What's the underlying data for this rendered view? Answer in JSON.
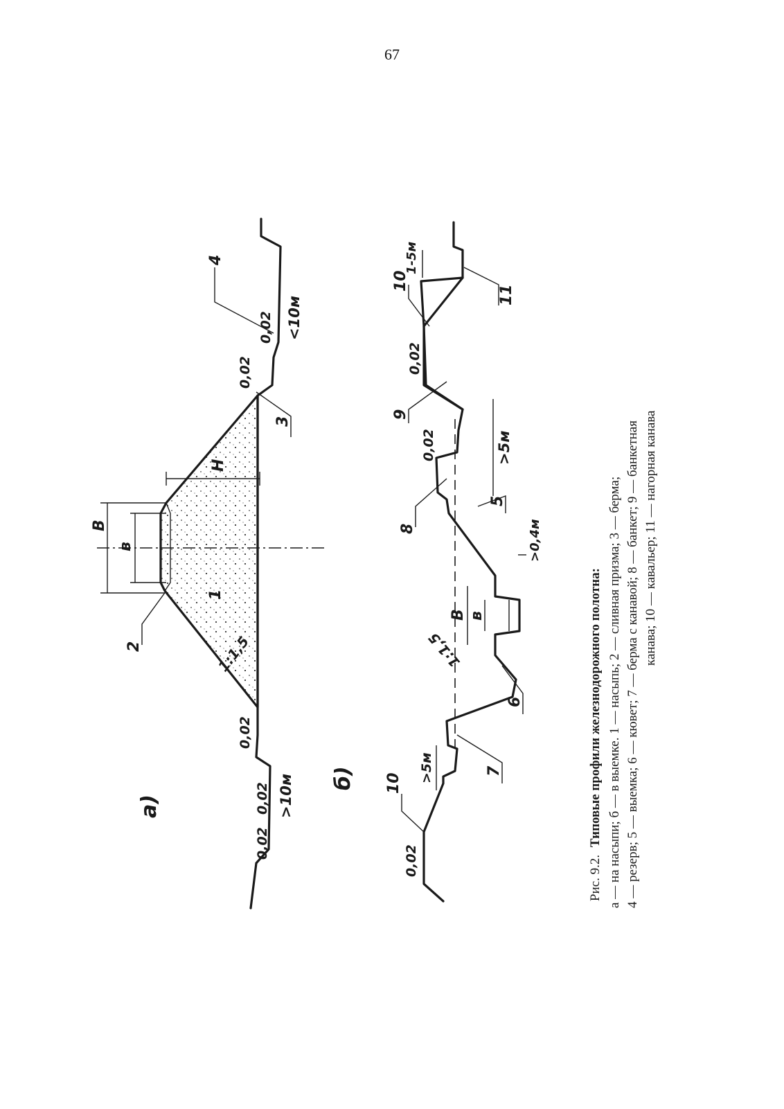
{
  "page_number": "67",
  "figure_a": {
    "label": "а)",
    "top_width_B": "B",
    "prism_width_b": "в",
    "height_H": "H",
    "slope": "1:1,5",
    "slope_left": "0,02",
    "slope_right": "0,02",
    "berm_slope_1": "0,02",
    "berm_slope_2": "0,02",
    "reserve_slope": "0,02",
    "berm_width": ">10м",
    "reserve_width": "<10м",
    "callouts": {
      "c1": "1",
      "c2": "2",
      "c3": "3",
      "c4": "4"
    }
  },
  "figure_b": {
    "label": "б)",
    "top_width_B": "B",
    "prism_width_b": "в",
    "slope": "1:1,5",
    "ditch_depth": ">0,4м",
    "berm_left": ">5м",
    "berm_right": ">5м",
    "cavalier_gap": "1-5м",
    "slope_1": "0,02",
    "slope_2": "0,02",
    "slope_3": "0,02",
    "callouts": {
      "c5": "5",
      "c6": "6",
      "c7": "7",
      "c8": "8",
      "c9": "9",
      "c10a": "10",
      "c10b": "10",
      "c11": "11"
    }
  },
  "caption": {
    "title_prefix": "Рис. 9.2.",
    "title": "Типовые профили железнодорожного полотна:",
    "line1": "а — на насыпи; б — в выемке. 1 — насыпь; 2 — сливная призма; 3 — берма;",
    "line2": "4 — резерв; 5 — выемка; 6 — кювет; 7 — берма с канавой; 8 — банкет; 9 — банкетная",
    "line3": "канава; 10 — кавальер; 11 — нагорная канава"
  }
}
